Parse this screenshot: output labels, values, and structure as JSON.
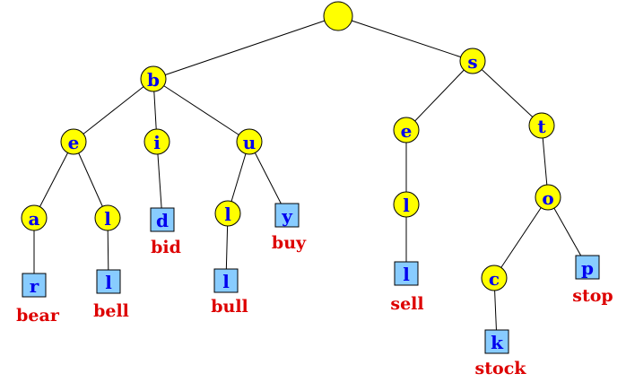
{
  "colors": {
    "internal_node_fill": "#ffff00",
    "leaf_node_fill": "#88ccff",
    "letter_color": "#0000ee",
    "word_color": "#dd0000",
    "edge_color": "#000000"
  },
  "nodes": {
    "root": {
      "letter": "",
      "shape": "circle"
    },
    "b": {
      "letter": "b",
      "shape": "circle"
    },
    "s": {
      "letter": "s",
      "shape": "circle"
    },
    "be": {
      "letter": "e",
      "shape": "circle"
    },
    "bi": {
      "letter": "i",
      "shape": "circle"
    },
    "bu": {
      "letter": "u",
      "shape": "circle"
    },
    "se": {
      "letter": "e",
      "shape": "circle"
    },
    "st": {
      "letter": "t",
      "shape": "circle"
    },
    "bea": {
      "letter": "a",
      "shape": "circle"
    },
    "bel": {
      "letter": "l",
      "shape": "circle"
    },
    "bid": {
      "letter": "d",
      "shape": "square",
      "word": "bid"
    },
    "bul": {
      "letter": "l",
      "shape": "circle"
    },
    "buy": {
      "letter": "y",
      "shape": "square",
      "word": "buy"
    },
    "sel": {
      "letter": "l",
      "shape": "circle"
    },
    "sto": {
      "letter": "o",
      "shape": "circle"
    },
    "bear": {
      "letter": "r",
      "shape": "square",
      "word": "bear"
    },
    "bell": {
      "letter": "l",
      "shape": "square",
      "word": "bell"
    },
    "bull": {
      "letter": "l",
      "shape": "square",
      "word": "bull"
    },
    "sell": {
      "letter": "l",
      "shape": "square",
      "word": "sell"
    },
    "stoc": {
      "letter": "c",
      "shape": "circle"
    },
    "stop": {
      "letter": "p",
      "shape": "square",
      "word": "stop"
    },
    "stock": {
      "letter": "k",
      "shape": "square",
      "word": "stock"
    }
  },
  "edges": [
    [
      "root",
      "b"
    ],
    [
      "root",
      "s"
    ],
    [
      "b",
      "be"
    ],
    [
      "b",
      "bi"
    ],
    [
      "b",
      "bu"
    ],
    [
      "s",
      "se"
    ],
    [
      "s",
      "st"
    ],
    [
      "be",
      "bea"
    ],
    [
      "be",
      "bel"
    ],
    [
      "bi",
      "bid"
    ],
    [
      "bu",
      "bul"
    ],
    [
      "bu",
      "buy"
    ],
    [
      "se",
      "sel"
    ],
    [
      "st",
      "sto"
    ],
    [
      "bea",
      "bear"
    ],
    [
      "bel",
      "bell"
    ],
    [
      "bul",
      "bull"
    ],
    [
      "sel",
      "sell"
    ],
    [
      "sto",
      "stoc"
    ],
    [
      "sto",
      "stop"
    ],
    [
      "stoc",
      "stock"
    ]
  ]
}
